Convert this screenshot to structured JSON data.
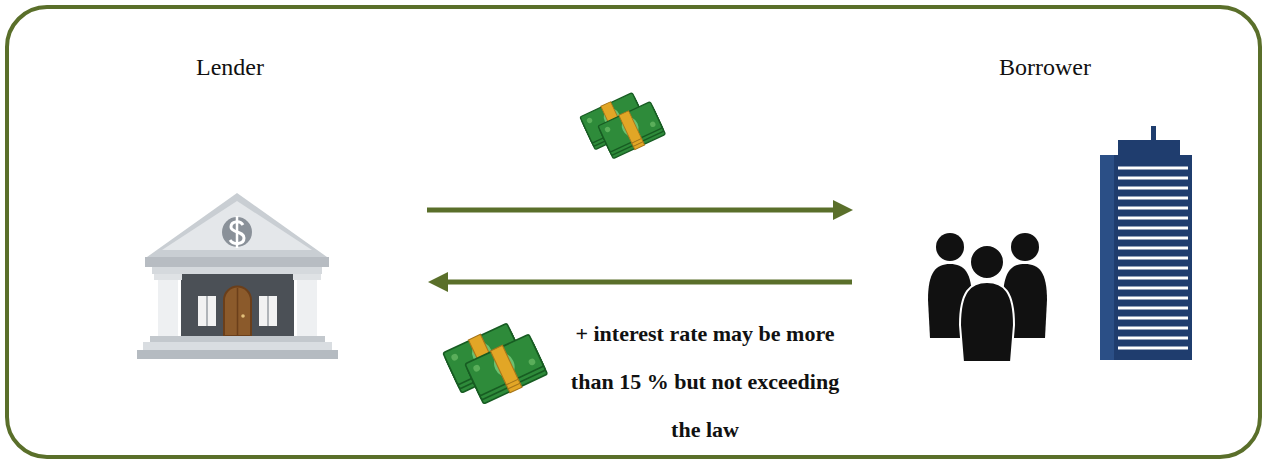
{
  "diagram": {
    "nodes": [
      {
        "text": [
          "Lender"
        ]
      },
      {
        "text": [
          "Borrower"
        ]
      }
    ],
    "edges": [
      {
        "from": 0,
        "to": 1,
        "arrow": "to"
      },
      {
        "from": 1,
        "to": 0,
        "arrow": "to",
        "label": "+ interest rate may be more than 15 % but not exceeding the law"
      }
    ]
  }
}
